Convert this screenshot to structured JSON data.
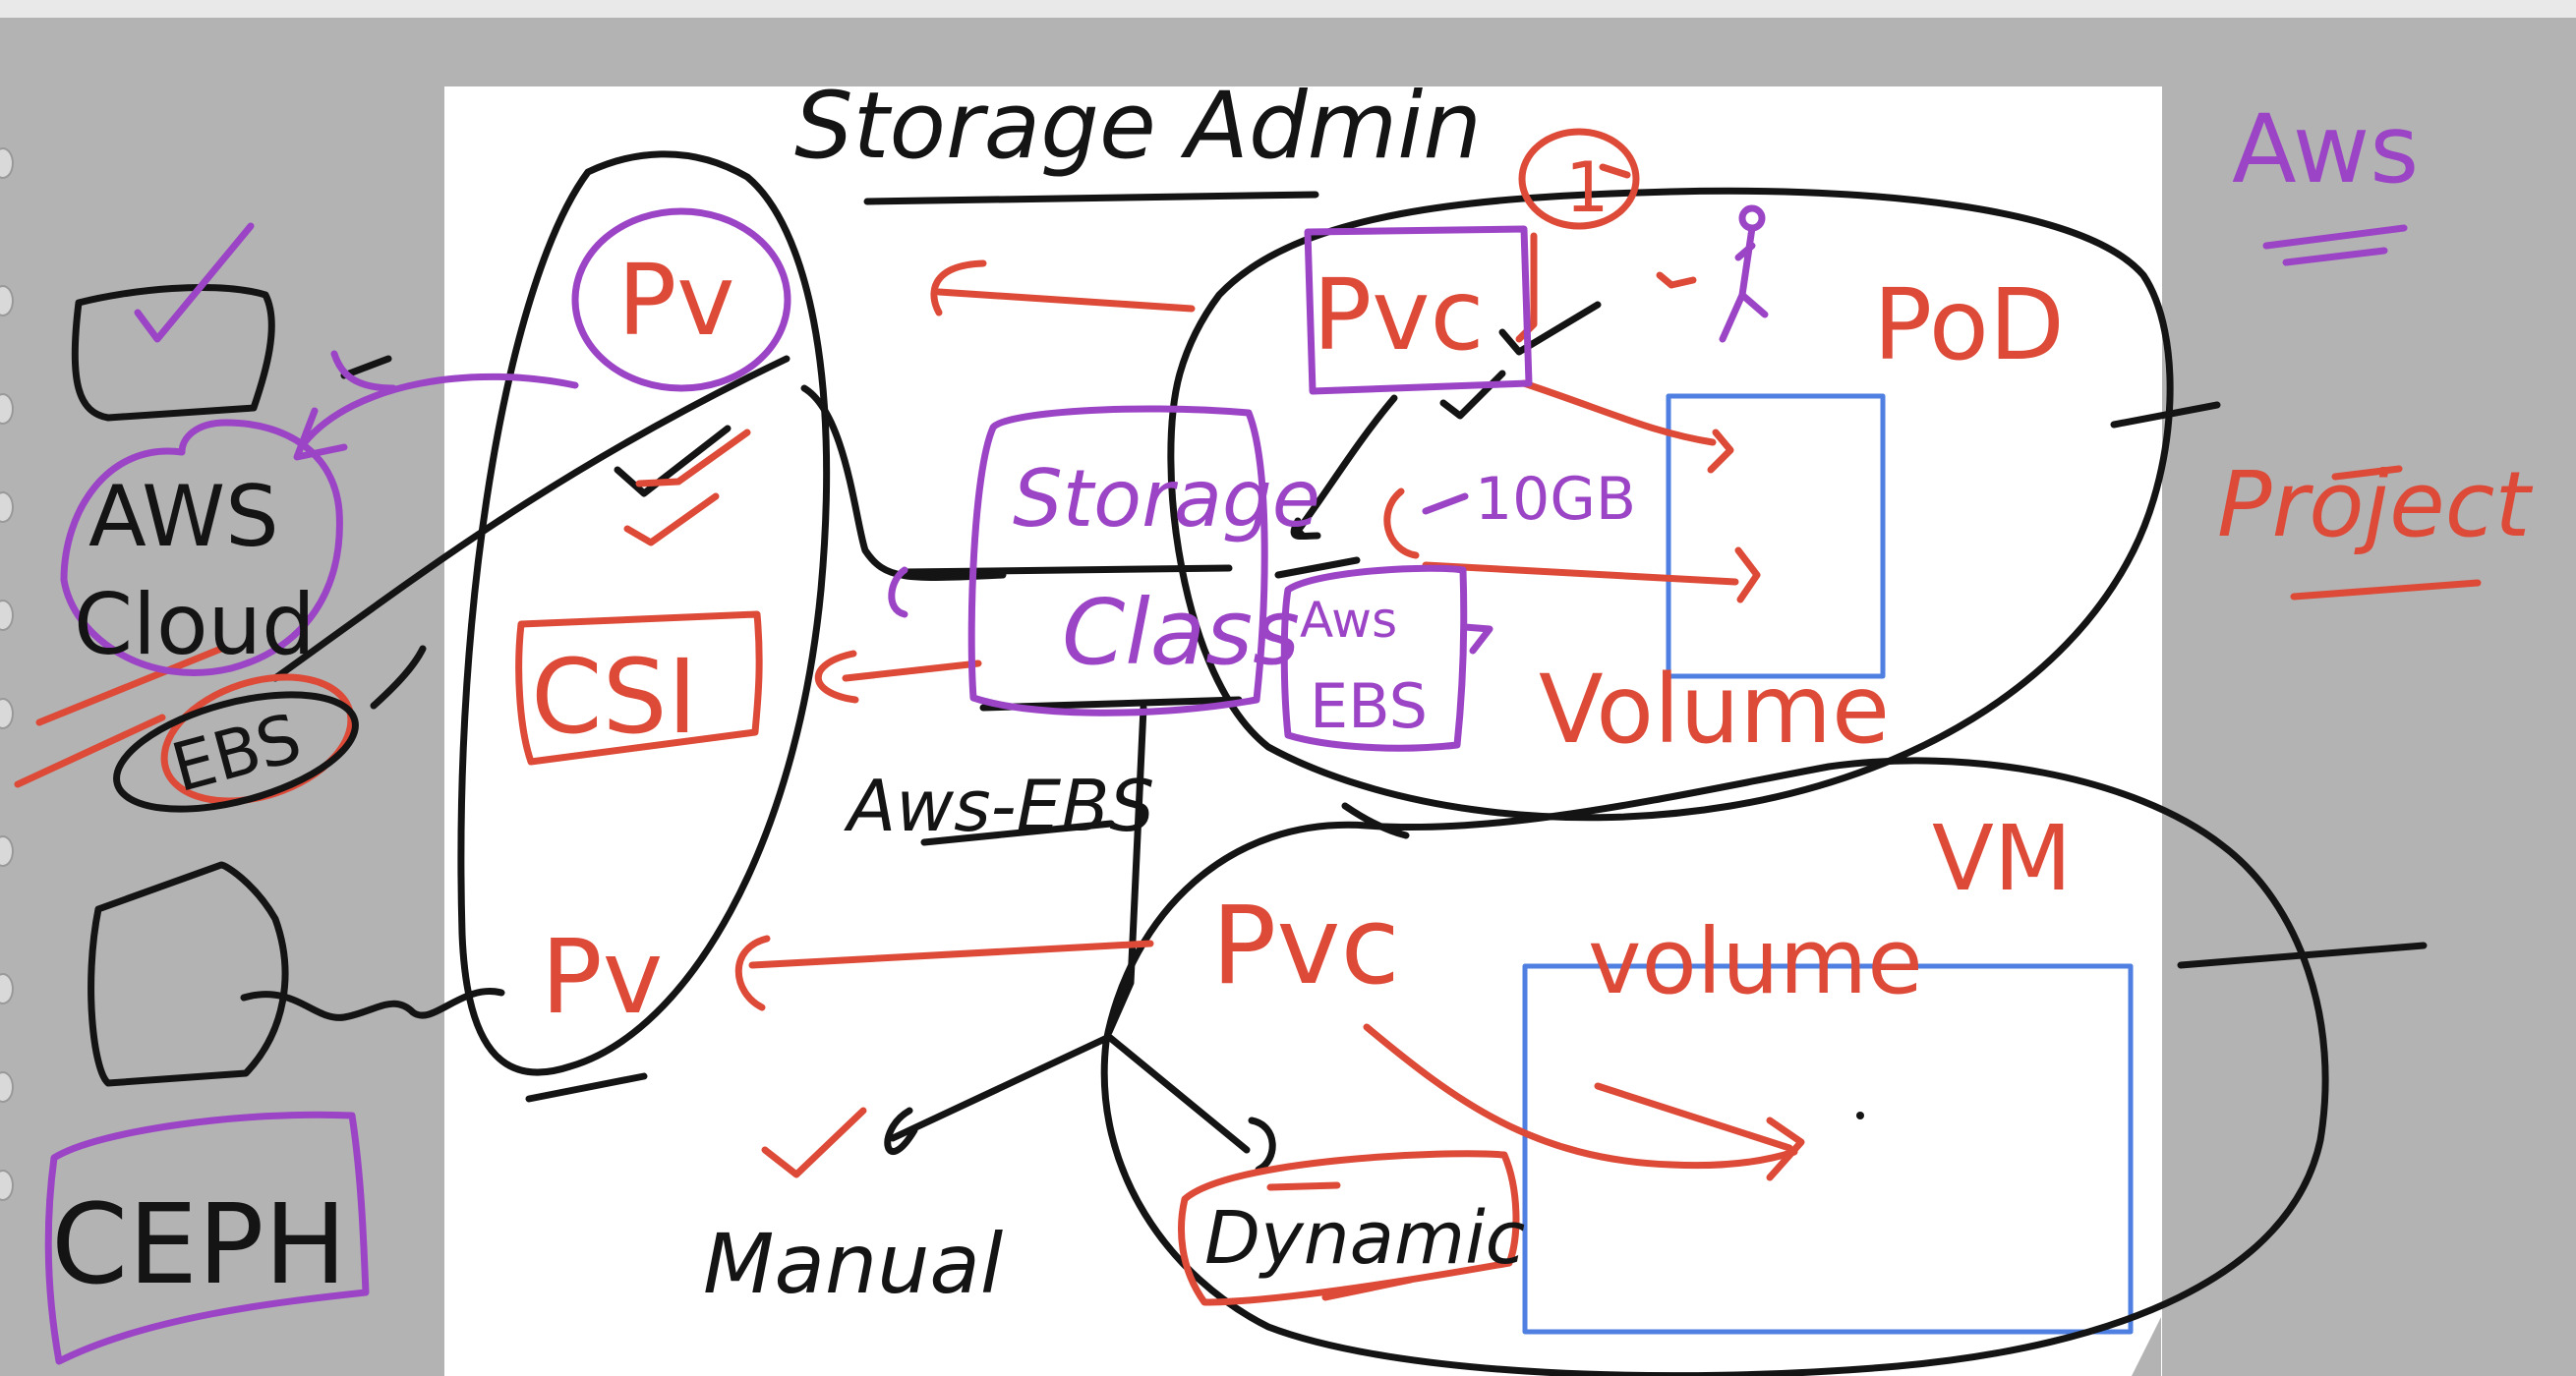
{
  "colors": {
    "black_ink": "#141414",
    "red_ink": "#dd4a38",
    "purple_ink": "#9b45c6",
    "blue_ink": "#4f7fe0",
    "canvas_bg": "#b3b3b3",
    "page_bg": "#ffffff"
  },
  "icons": [
    "check-icon",
    "stick-figure-icon",
    "arrow-icon"
  ],
  "labels": {
    "title": "Storage Admin",
    "aws_top": "Aws",
    "project": "Project",
    "pv_top": "Pv",
    "pvc_top": "Pvc",
    "pod": "PoD",
    "pod_marker": "1",
    "storage": "Storage",
    "class": "Class",
    "size": "10GB",
    "aws_small": "Aws",
    "ebs_small": "EBS",
    "volume_top": "Volume",
    "csi": "CSI",
    "aws_ebs": "Aws-EBS",
    "vm": "VM",
    "pvc_bottom": "Pvc",
    "volume_bottom": "volume",
    "pv_bottom": "Pv",
    "manual": "Manual",
    "dynamic": "Dynamic",
    "aws_cloud_1": "AWS",
    "aws_cloud_2": "Cloud",
    "ebs_left": "EBS",
    "ceph": "CEPH"
  }
}
